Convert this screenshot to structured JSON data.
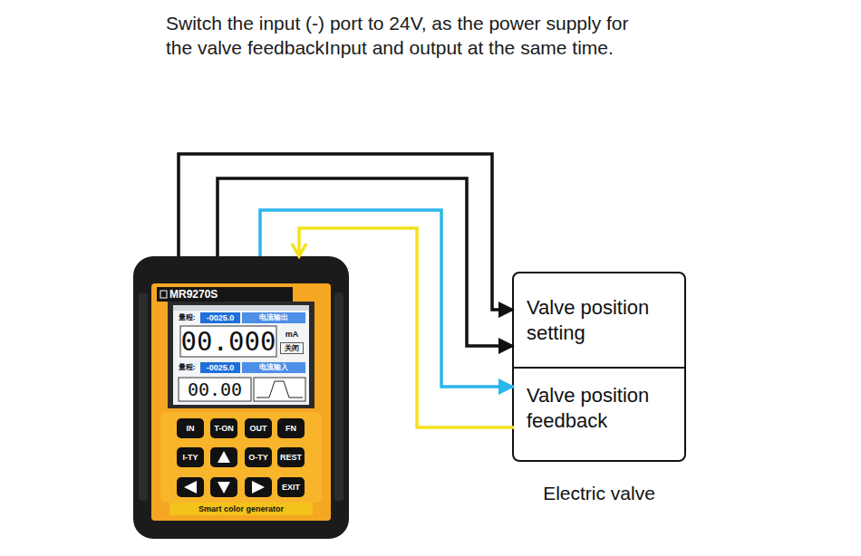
{
  "diagram": {
    "title": "Switch the input (-) port to 24V, as the power supply for the valve feedbackInput and output at the same time.",
    "nodes": [
      {
        "text": [
          "MR9270S",
          "Smart color generator"
        ]
      },
      {
        "text": [
          "Electric valve"
        ]
      },
      {
        "text": [
          "Valve position setting"
        ],
        "in": 1
      },
      {
        "text": [
          "Valve position feedback"
        ],
        "in": 1
      }
    ],
    "edges": [
      {
        "from": 0,
        "to": 2,
        "arrow": "to"
      },
      {
        "from": 0,
        "to": 2,
        "arrow": "to"
      },
      {
        "from": 0,
        "to": 3,
        "arrow": "to"
      },
      {
        "from": 3,
        "to": 0,
        "arrow": "to"
      }
    ],
    "labels": [
      "量程:",
      "-0025.0",
      "电流输出",
      "00.000",
      "mA",
      "关闭",
      "量程:",
      "-0025.0",
      "电流输入",
      "00.00",
      "IN",
      "T-ON",
      "OUT",
      "FN",
      "I-TY",
      "O-TY",
      "REST",
      "EXIT"
    ]
  }
}
